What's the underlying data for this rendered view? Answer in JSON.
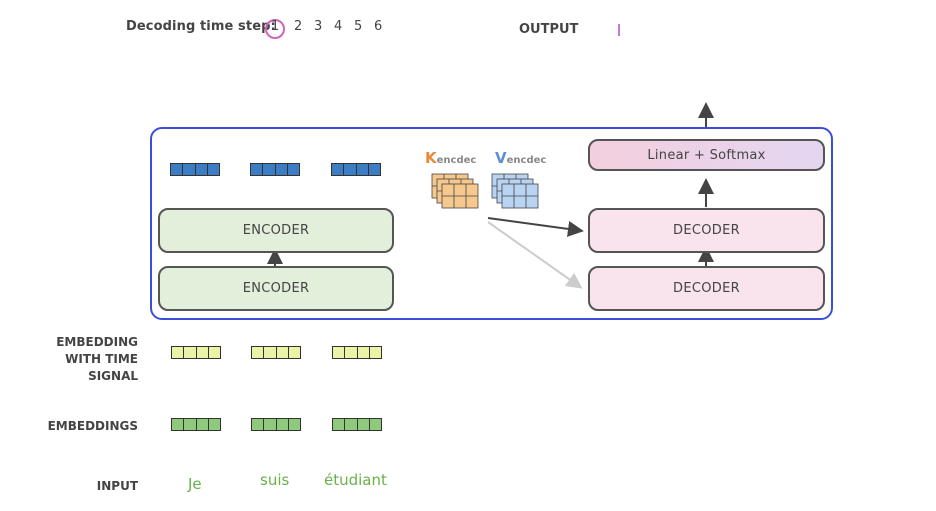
{
  "header": {
    "step_label": "Decoding time step:",
    "steps": [
      "1",
      "2",
      "3",
      "4",
      "5",
      "6"
    ],
    "active_step": "1",
    "output_label": "OUTPUT",
    "output_value": ""
  },
  "encoders": [
    {
      "label": "ENCODER"
    },
    {
      "label": "ENCODER"
    }
  ],
  "decoders": [
    {
      "label": "DECODER"
    },
    {
      "label": "DECODER"
    }
  ],
  "linear_softmax": {
    "label": "Linear + Softmax"
  },
  "kv": {
    "k_letter": "K",
    "k_sub": "encdec",
    "v_letter": "V",
    "v_sub": "encdec",
    "k_color": "#e8893a",
    "v_color": "#5b8fd9"
  },
  "rows": {
    "embedding_time_signal": [
      "EMBEDDING",
      "WITH TIME",
      "SIGNAL"
    ],
    "embeddings": "EMBEDDINGS",
    "input": "INPUT"
  },
  "inputs": [
    "Je",
    "suis",
    "étudiant"
  ],
  "colors": {
    "stack_border": "#3a4fd8",
    "encoder_fill": "#e2efda",
    "decoder_fill": "#f9e4ee",
    "encoder_output_vec": "#3c7dc4",
    "time_signal_vec": "#eaf3a6",
    "embedding_vec": "#8fc97b",
    "input_word": "#6ab04c",
    "step_highlight": "#d264b6"
  }
}
